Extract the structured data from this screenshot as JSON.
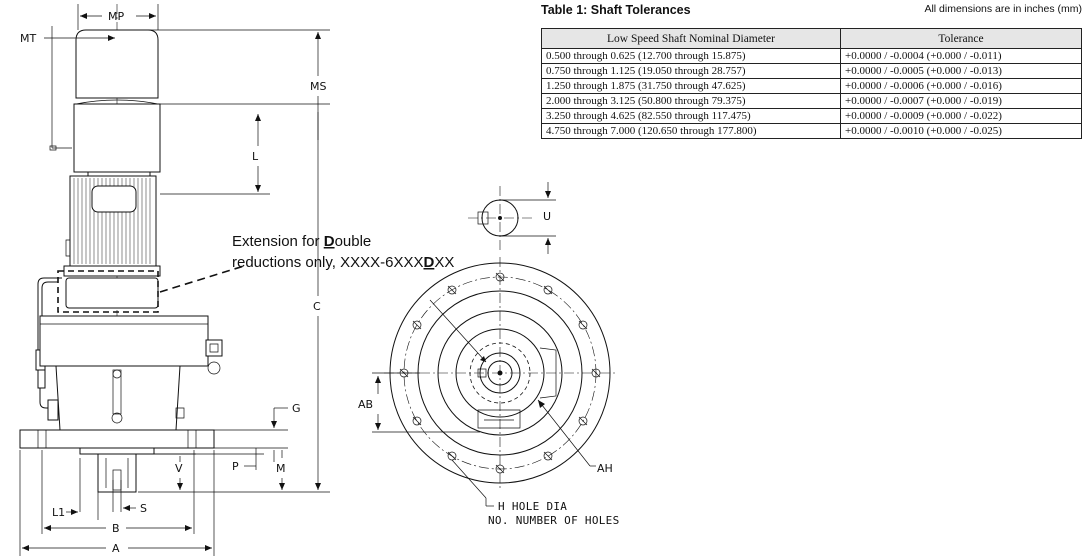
{
  "table": {
    "title": "Table 1: Shaft Tolerances",
    "units_note": "All dimensions are in inches (mm)",
    "headers": [
      "Low Speed Shaft Nominal Diameter",
      "Tolerance"
    ],
    "rows": [
      {
        "diameter": "0.500 through 0.625   (12.700 through 15.875)",
        "tolerance": "+0.0000 / -0.0004  (+0.000 / -0.011)"
      },
      {
        "diameter": "0.750 through 1.125   (19.050 through 28.757)",
        "tolerance": "+0.0000 / -0.0005  (+0.000 / -0.013)"
      },
      {
        "diameter": "1.250 through 1.875   (31.750 through 47.625)",
        "tolerance": "+0.0000 / -0.0006  (+0.000 / -0.016)"
      },
      {
        "diameter": "2.000 through 3.125   (50.800 through 79.375)",
        "tolerance": "+0.0000 / -0.0007  (+0.000 / -0.019)"
      },
      {
        "diameter": "3.250 through 4.625   (82.550 through 117.475)",
        "tolerance": "+0.0000 / -0.0009  (+0.000 / -0.022)"
      },
      {
        "diameter": "4.750 through 7.000   (120.650 through 177.800)",
        "tolerance": "+0.0000 / -0.0010  (+0.000 / -0.025)"
      }
    ]
  },
  "labels": {
    "MP": "MP",
    "MT": "MT",
    "MS": "MS",
    "L": "L",
    "C": "C",
    "U": "U",
    "AB": "AB",
    "AH": "AH",
    "G": "G",
    "P": "P",
    "M": "M",
    "V": "V",
    "L1": "L1",
    "S": "S",
    "B": "B",
    "A": "A"
  },
  "extension_note": {
    "line1_pre": "Extension for ",
    "line1_bold": "D",
    "line1_post": "ouble",
    "line2_pre": "reductions only, XXXX-6XXX",
    "line2_bold": "D",
    "line2_post": "XX"
  },
  "hole_note": {
    "line1": "H HOLE DIA",
    "line2": "NO. NUMBER OF HOLES"
  }
}
